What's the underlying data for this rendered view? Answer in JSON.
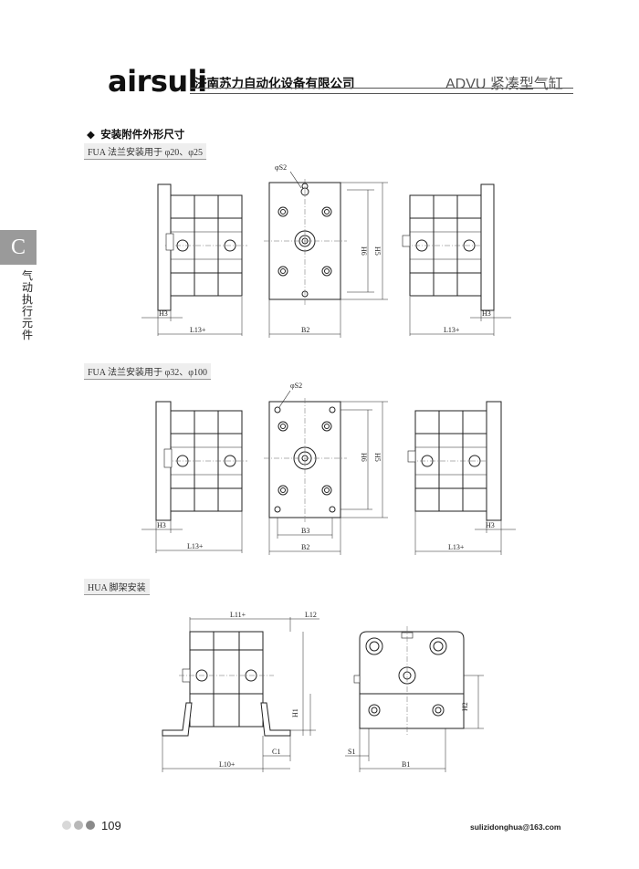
{
  "header": {
    "brand": "airsuli",
    "company": "济南苏力自动化设备有限公司",
    "series": "ADVU 紧凑型气缸"
  },
  "side_tab": {
    "letter": "C",
    "text": [
      "气",
      "动",
      "执",
      "行",
      "元",
      "件"
    ]
  },
  "section": {
    "title": "安装附件外形尺寸"
  },
  "groups": [
    {
      "label": "FUA 法兰安装用于 φ20、φ25"
    },
    {
      "label": "FUA 法兰安装用于 φ32、φ100"
    },
    {
      "label": "HUA 脚架安装"
    }
  ],
  "dims": {
    "s2": "φS2",
    "h6": "H6",
    "h5": "H5",
    "h3": "H3",
    "l13": "L13+",
    "b2": "B2",
    "b3": "B3",
    "l11": "L11+",
    "l12": "L12",
    "h1": "H1",
    "c1": "C1",
    "l10": "L10+",
    "h2": "H2",
    "s1": "S1",
    "b1": "B1"
  },
  "footer": {
    "page_number": "109",
    "email": "sulizidonghua@163.com",
    "dot_colors": [
      "#d8d8d8",
      "#b8b8b8",
      "#8a8a8a"
    ]
  }
}
